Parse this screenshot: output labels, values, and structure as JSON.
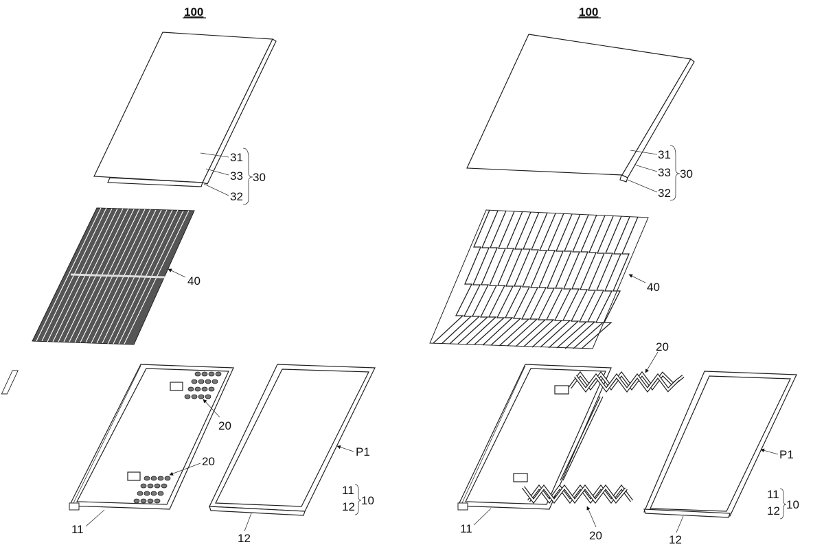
{
  "figures": [
    {
      "title": "100",
      "labels": {
        "l31": "31",
        "l33": "33",
        "l32": "32",
        "l30": "30",
        "l40": "40",
        "l20a": "20",
        "l20b": "20",
        "l11": "11",
        "l12": "12",
        "lP1": "P1",
        "l11b": "11",
        "l12b": "12",
        "l10": "10"
      }
    },
    {
      "title": "100",
      "labels": {
        "l31": "31",
        "l33": "33",
        "l32": "32",
        "l30": "30",
        "l40": "40",
        "l20a": "20",
        "l20b": "20",
        "l11": "11",
        "l12": "12",
        "lP1": "P1",
        "l11b": "11",
        "l12b": "12",
        "l10": "10"
      }
    }
  ]
}
